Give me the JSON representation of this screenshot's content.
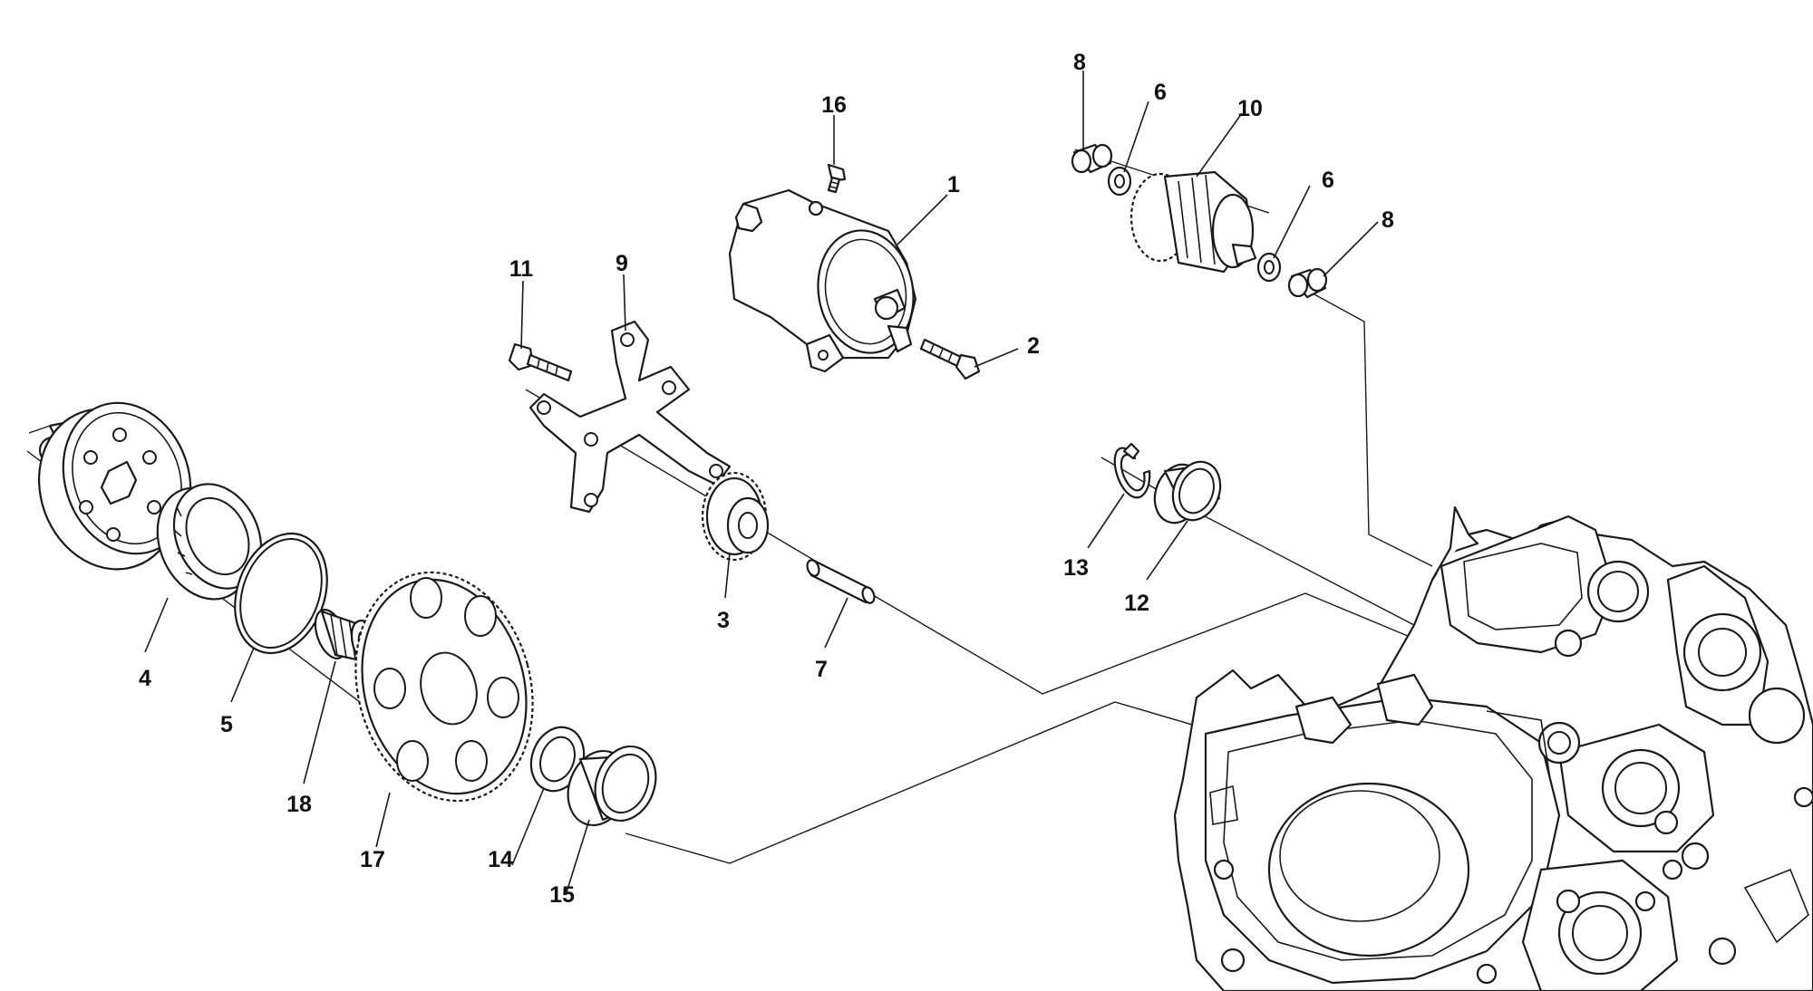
{
  "callouts": {
    "c1": "1",
    "c2": "2",
    "c3": "3",
    "c4": "4",
    "c5": "5",
    "c6a": "6",
    "c6b": "6",
    "c7": "7",
    "c8a": "8",
    "c8b": "8",
    "c9": "9",
    "c10": "10",
    "c11": "11",
    "c12": "12",
    "c13": "13",
    "c14": "14",
    "c15": "15",
    "c16": "16",
    "c17": "17",
    "c18": "18"
  },
  "colors": {
    "line": "#1a1a1a",
    "background": "#ffffff"
  }
}
